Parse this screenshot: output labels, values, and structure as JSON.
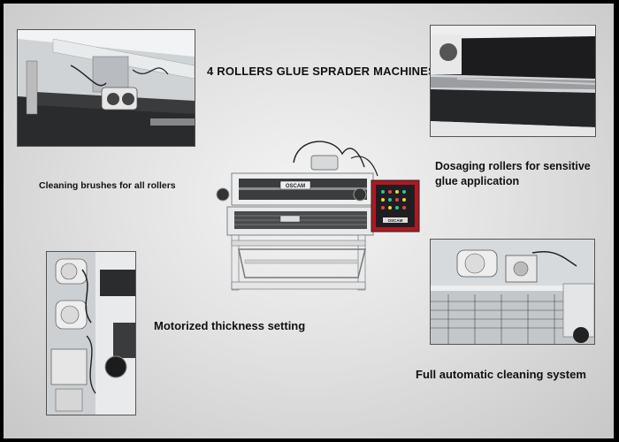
{
  "title": "4 ROLLERS GLUE SPRADER MACHINES",
  "captions": {
    "cleaning_brushes": "Cleaning brushes for all rollers",
    "dosaging_line1": "Dosaging rollers for sensitive",
    "dosaging_line2": "glue application",
    "motorized": "Motorized thickness setting",
    "auto_cleaning": "Full automatic cleaning system"
  },
  "machine_badge": "OSCAM",
  "photos": {
    "brushes": "cleaning-brushes-photo",
    "rollers": "dosaging-rollers-photo",
    "motors": "thickness-motors-photo",
    "cleaning": "cleaning-system-photo",
    "machine": "glue-spreader-machine"
  },
  "colors": {
    "background": "#d8d8d8",
    "panel_red": "#b01822",
    "frame_white": "#eef0f2",
    "roller_dark": "#1e1e20"
  }
}
